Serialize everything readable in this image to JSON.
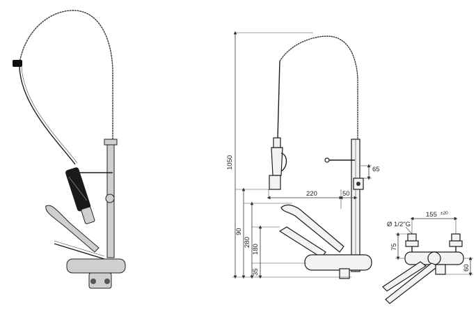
{
  "dimensions": {
    "height_total": "1050",
    "height_90": "90",
    "height_280": "280",
    "height_180": "180",
    "height_35": "35",
    "reach_220": "220",
    "offset_50": "50",
    "arm_65": "65",
    "center_distance": "155",
    "center_tolerance": "±20",
    "thread": "Ø 1/2\"G",
    "side_75": "75",
    "side_60": "60"
  },
  "colors": {
    "ink": "#1c1c1c",
    "paper": "#ffffff",
    "chrome": "#cfcfcf"
  }
}
